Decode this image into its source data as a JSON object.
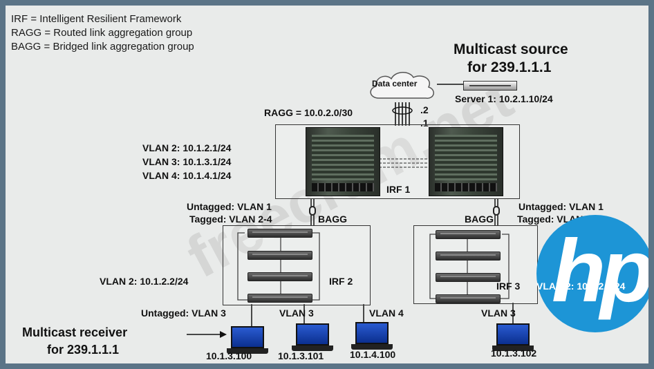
{
  "legend": [
    "IRF = Intelligent Resilient Framework",
    "RAGG = Routed link aggregation group",
    "BAGG = Bridged link aggregation group"
  ],
  "source": {
    "title_line1": "Multicast source",
    "title_line2": "for 239.1.1.1",
    "server_label": "Server 1: 10.2.1.10/24"
  },
  "datacenter": {
    "label": "Data center"
  },
  "ragg": {
    "label": "RAGG = 10.0.2.0/30",
    "addr_top": ".2",
    "addr_bottom": ".1"
  },
  "core": {
    "name": "IRF 1",
    "vlans": [
      "VLAN 2: 10.1.2.1/24",
      "VLAN 3: 10.1.3.1/24",
      "VLAN 4: 10.1.4.1/24"
    ]
  },
  "left_uplink": {
    "untagged": "Untagged: VLAN 1",
    "tagged": "Tagged: VLAN 2-4",
    "bagg": "BAGG"
  },
  "right_uplink": {
    "untagged": "Untagged: VLAN 1",
    "tagged": "Tagged: VLAN 2-4",
    "bagg": "BAGG"
  },
  "irf2": {
    "name": "IRF 2",
    "vlan": "VLAN 2: 10.1.2.2/24"
  },
  "irf3": {
    "name": "IRF 3",
    "vlan": "VLAN 2: 10.1.2.3/24"
  },
  "access": {
    "untagged_vlan3": "Untagged: VLAN 3",
    "vlan3_mid": "VLAN 3",
    "vlan4": "VLAN 4",
    "vlan3_right": "VLAN 3"
  },
  "hosts": [
    "10.1.3.100",
    "10.1.3.101",
    "10.1.4.100",
    "10.1.3.102"
  ],
  "receiver": {
    "line1": "Multicast receiver",
    "line2": "for 239.1.1.1"
  },
  "colors": {
    "hp_blue": "#1d95d6",
    "laptop_blue": "#1f4fc4"
  },
  "logo": {
    "text": "hp"
  },
  "watermark": {
    "text": "freecram.net"
  }
}
